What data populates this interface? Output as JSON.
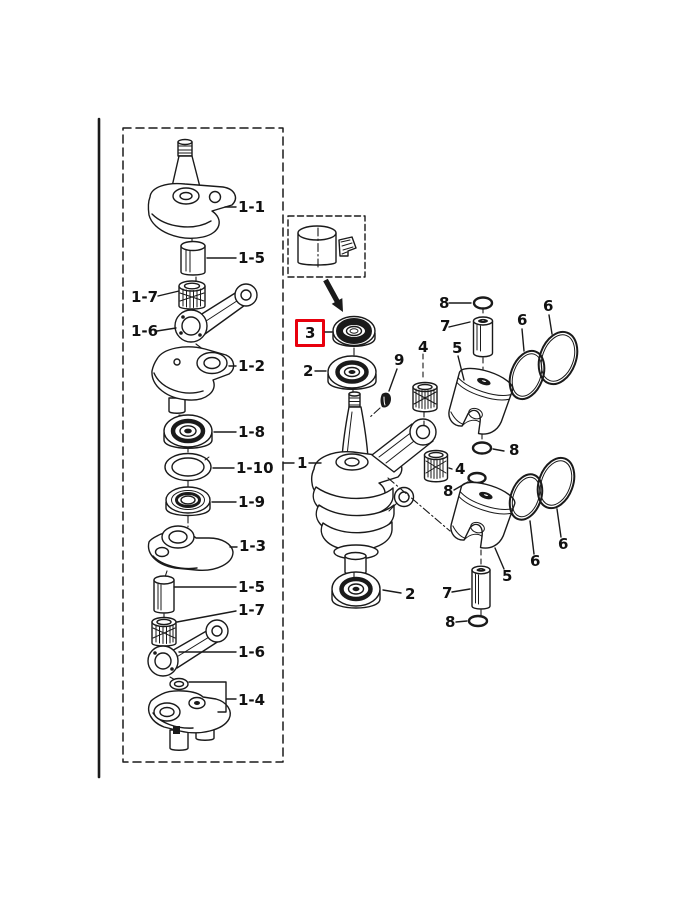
{
  "page": {
    "background": "#ffffff"
  },
  "diagram": {
    "colors": {
      "highlight": "#e8000d",
      "ink": "#1a1a1a",
      "paper": "#ffffff"
    },
    "inset": {
      "callouts": [
        {
          "label": "1-1"
        },
        {
          "label": "1-5"
        },
        {
          "label": "1-7"
        },
        {
          "label": "1-6"
        },
        {
          "label": "1-2"
        },
        {
          "label": "1-8"
        },
        {
          "label": "1-10"
        },
        {
          "label": "1-9"
        },
        {
          "label": "1-3"
        },
        {
          "label": "1-5"
        },
        {
          "label": "1-7"
        },
        {
          "label": "1-6"
        },
        {
          "label": "1-4"
        }
      ]
    },
    "main": {
      "callouts": [
        {
          "label": "1"
        },
        {
          "label": "2"
        },
        {
          "label": "3",
          "highlighted": true
        },
        {
          "label": "9"
        },
        {
          "label": "4"
        },
        {
          "label": "5"
        },
        {
          "label": "8"
        },
        {
          "label": "7"
        },
        {
          "label": "6"
        },
        {
          "label": "6"
        },
        {
          "label": "8"
        },
        {
          "label": "4"
        },
        {
          "label": "8"
        },
        {
          "label": "5"
        },
        {
          "label": "6"
        },
        {
          "label": "6"
        },
        {
          "label": "2"
        },
        {
          "label": "7"
        },
        {
          "label": "8"
        }
      ]
    }
  }
}
